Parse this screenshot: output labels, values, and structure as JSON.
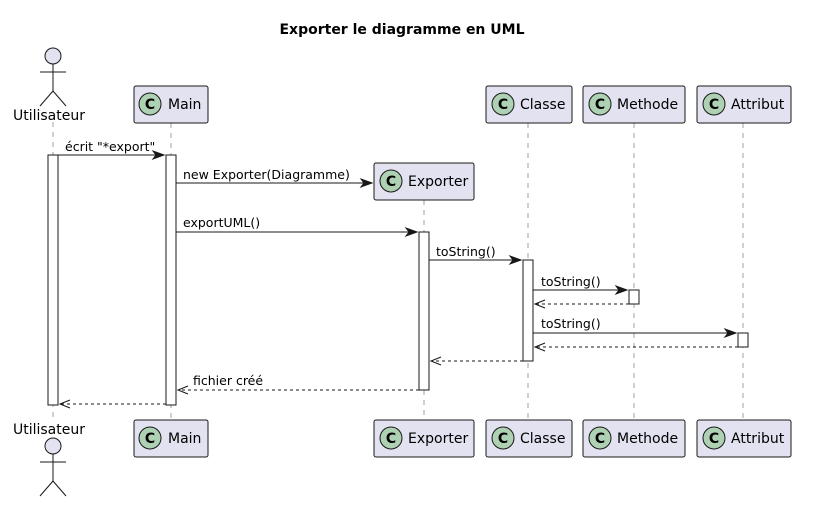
{
  "title": "Exporter le diagramme en UML",
  "participants": {
    "utilisateur": "Utilisateur",
    "main": "Main",
    "exporter": "Exporter",
    "classe": "Classe",
    "methode": "Methode",
    "attribut": "Attribut"
  },
  "class_marker": "C",
  "messages": {
    "m1": "écrit \"*export\"",
    "m2": "new Exporter(Diagramme)",
    "m3": "exportUML()",
    "m4": "toString()",
    "m5": "toString()",
    "m7": "toString()",
    "m11": "fichier créé"
  },
  "colors": {
    "participant_fill": "#e2e2f0",
    "class_icon_fill": "#add1b2",
    "line": "#181818",
    "lifeline": "#a0a0a0"
  }
}
